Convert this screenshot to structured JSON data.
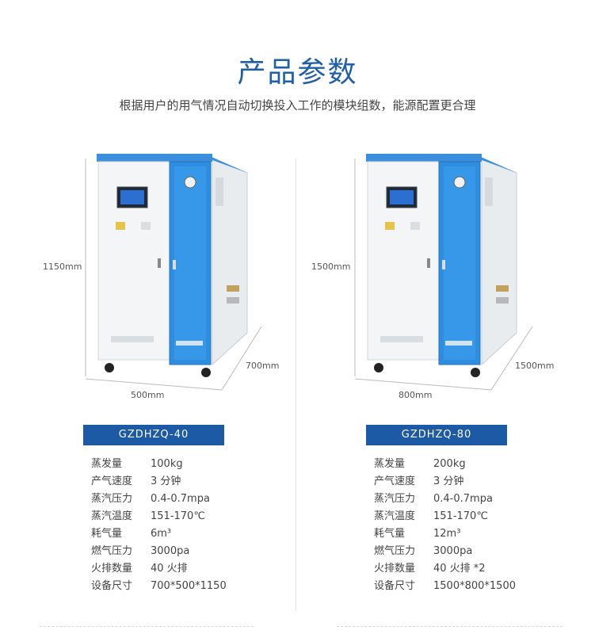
{
  "header": {
    "title": "产品参数",
    "subtitle": "根据用户的用气情况自动切换投入工作的模块组数，能源配置更合理"
  },
  "products": [
    {
      "height_label": "1150mm",
      "width_label": "500mm",
      "depth_label": "700mm",
      "model": "GZDHZQ-40",
      "specs": [
        {
          "label": "蒸发量",
          "value": "100kg"
        },
        {
          "label": "产气速度",
          "value": "3 分钟"
        },
        {
          "label": "蒸汽压力",
          "value": "0.4-0.7mpa"
        },
        {
          "label": "蒸汽温度",
          "value": "151-170℃"
        },
        {
          "label": "耗气量",
          "value": "6m³"
        },
        {
          "label": "燃气压力",
          "value": "3000pa"
        },
        {
          "label": "火排数量",
          "value": "40 火排"
        },
        {
          "label": "设备尺寸",
          "value": "700*500*1150"
        }
      ]
    },
    {
      "height_label": "1500mm",
      "width_label": "800mm",
      "depth_label": "1500mm",
      "model": "GZDHZQ-80",
      "specs": [
        {
          "label": "蒸发量",
          "value": "200kg"
        },
        {
          "label": "产气速度",
          "value": "3 分钟"
        },
        {
          "label": "蒸汽压力",
          "value": "0.4-0.7mpa"
        },
        {
          "label": "蒸汽温度",
          "value": "151-170℃"
        },
        {
          "label": "耗气量",
          "value": "12m³"
        },
        {
          "label": "燃气压力",
          "value": "3000pa"
        },
        {
          "label": "火排数量",
          "value": "40 火排 *2"
        },
        {
          "label": "设备尺寸",
          "value": "1500*800*1500"
        }
      ]
    }
  ],
  "colors": {
    "title": "#1f5fa8",
    "model_bar": "#1c5aa6",
    "cabinet_blue": "#2f8de0",
    "roof_blue": "#3b8fdc"
  }
}
